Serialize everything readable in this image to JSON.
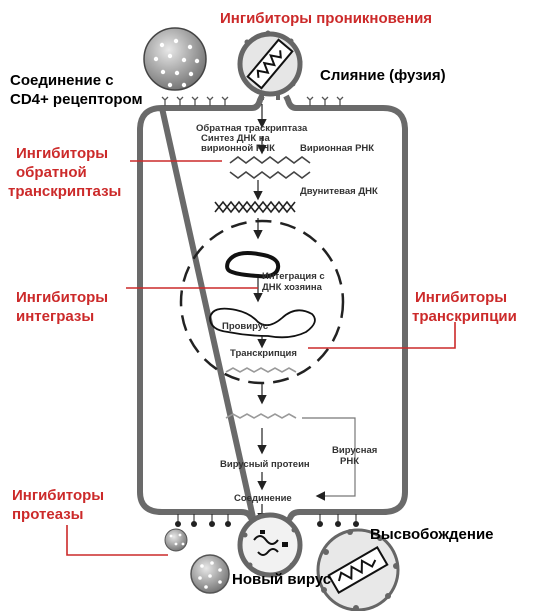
{
  "labels": {
    "entry_inhibitors": "Ингибиторы проникновения",
    "cd4_line1": "Соединение с",
    "cd4_line2": "CD4+ рецептором",
    "fusion": "Слияние (фузия)",
    "rt_inhib_line1": "Ингибиторы",
    "rt_inhib_line2": "обратной",
    "rt_inhib_line3": "транскриптазы",
    "integrase_inhib_line1": "Ингибиторы",
    "integrase_inhib_line2": "интегразы",
    "transcription_inhib_line1": "Ингибиторы",
    "transcription_inhib_line2": "транскрипции",
    "protease_inhib_line1": "Ингибиторы",
    "protease_inhib_line2": "протеазы",
    "release": "Высвобождение",
    "new_virus": "Новый вирус"
  },
  "steps": {
    "rt_line1": "Обратная траскриптаза",
    "rt_line2": "Синтез ДНК на",
    "rt_line3": "вирионной РНК",
    "virion_rna": "Вирионная РНК",
    "dsdna": "Двунитевая ДНК",
    "integration_line1": "Интеграция с",
    "integration_line2": "ДНК хозяина",
    "provirus": "Провирус",
    "transcription": "Транскрипция",
    "viral_protein": "Вирусный протеин",
    "viral_rna_line1": "Вирусная",
    "viral_rna_line2": "РНК",
    "assembly": "Соединение"
  },
  "colors": {
    "inhibitor_red": "#cc2a2a",
    "outline": "#555555",
    "text": "#000000"
  }
}
